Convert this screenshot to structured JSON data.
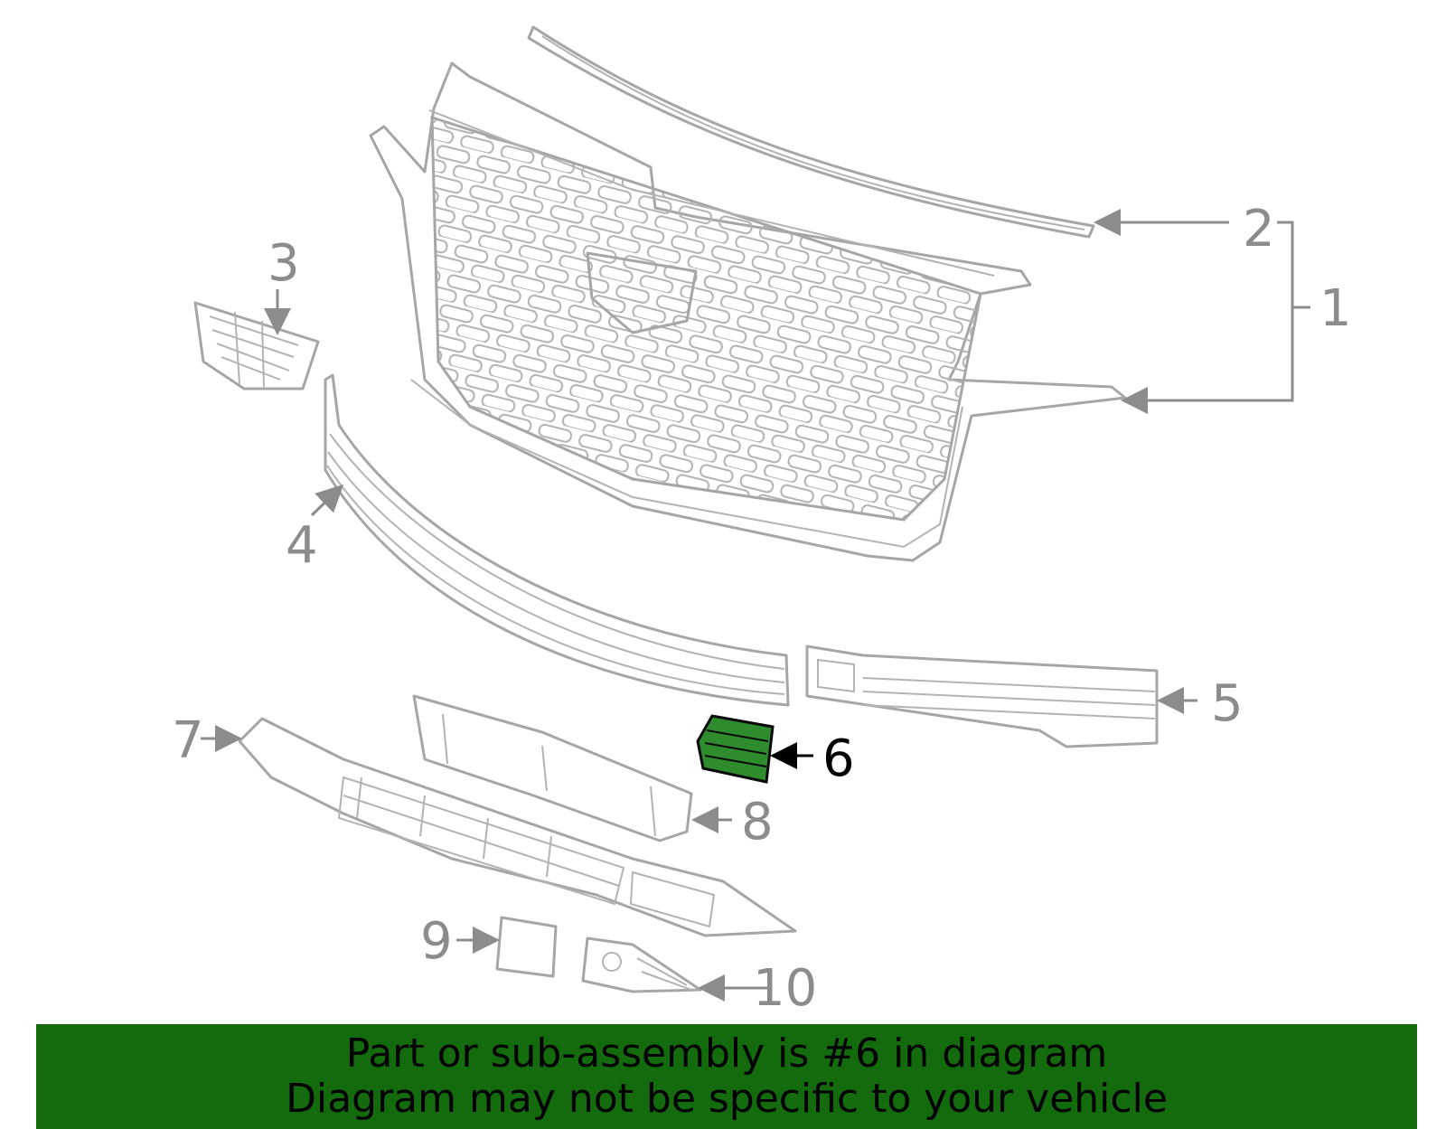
{
  "diagram": {
    "callouts": {
      "c1": "1",
      "c2": "2",
      "c3": "3",
      "c4": "4",
      "c5": "5",
      "c6": "6",
      "c7": "7",
      "c8": "8",
      "c9": "9",
      "c10": "10"
    },
    "highlighted_part": "6",
    "highlight_color": "#2e8b2e",
    "line_color": "#a6a6a6"
  },
  "banner": {
    "line1": "Part or sub-assembly is #6 in diagram",
    "line2": "Diagram may not be specific to your vehicle",
    "background_color": "#136b0e"
  }
}
